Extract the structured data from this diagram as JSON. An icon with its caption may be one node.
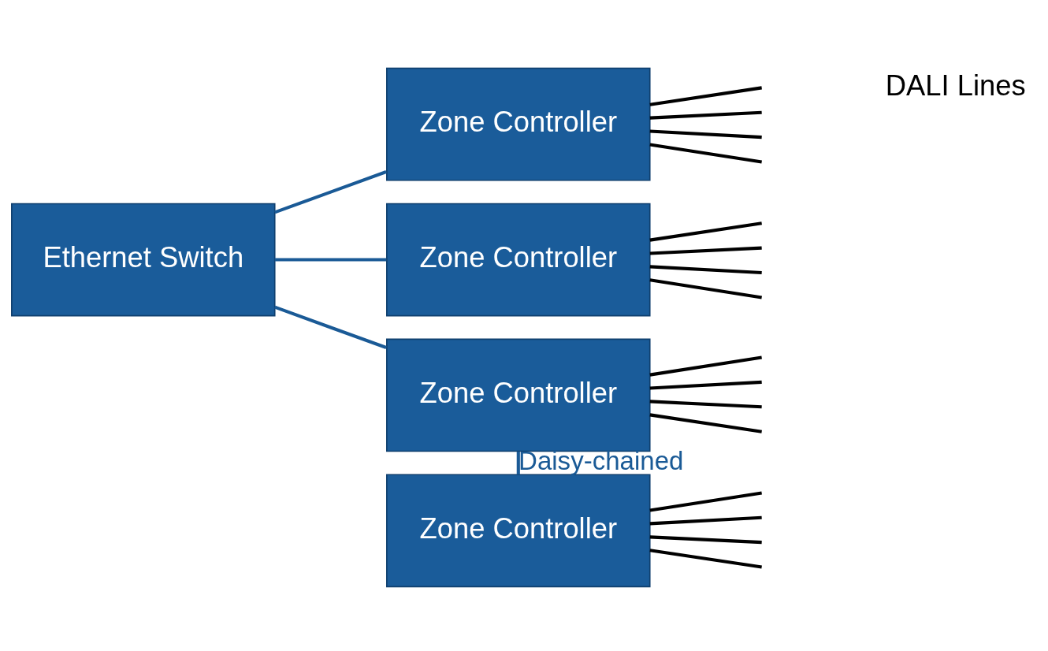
{
  "diagram": {
    "nodes": [
      {
        "text": [
          "Ethernet Switch"
        ]
      },
      {
        "text": [
          "Zone Controller"
        ]
      },
      {
        "text": [
          "Zone Controller"
        ]
      },
      {
        "text": [
          "Zone Controller"
        ]
      },
      {
        "text": [
          "Zone Controller"
        ]
      }
    ],
    "edges": [
      {
        "from": 0,
        "to": 1,
        "arrow": "none",
        "color": "#1a5a96"
      },
      {
        "from": 0,
        "to": 2,
        "arrow": "none",
        "color": "#1a5a96"
      },
      {
        "from": 0,
        "to": 3,
        "arrow": "none",
        "color": "#1a5a96"
      },
      {
        "from": 3,
        "to": 4,
        "arrow": "none",
        "color": "#1a5a96",
        "label": "Daisy-chained"
      },
      {
        "from": 1,
        "to": null,
        "arrow": "none"
      },
      {
        "from": 1,
        "to": null,
        "arrow": "none"
      },
      {
        "from": 1,
        "to": null,
        "arrow": "none"
      },
      {
        "from": 1,
        "to": null,
        "arrow": "none"
      },
      {
        "from": 2,
        "to": null,
        "arrow": "none"
      },
      {
        "from": 2,
        "to": null,
        "arrow": "none"
      },
      {
        "from": 2,
        "to": null,
        "arrow": "none"
      },
      {
        "from": 2,
        "to": null,
        "arrow": "none"
      },
      {
        "from": 3,
        "to": null,
        "arrow": "none"
      },
      {
        "from": 3,
        "to": null,
        "arrow": "none"
      },
      {
        "from": 3,
        "to": null,
        "arrow": "none"
      },
      {
        "from": 3,
        "to": null,
        "arrow": "none"
      },
      {
        "from": 4,
        "to": null,
        "arrow": "none"
      },
      {
        "from": 4,
        "to": null,
        "arrow": "none"
      },
      {
        "from": 4,
        "to": null,
        "arrow": "none"
      },
      {
        "from": 4,
        "to": null,
        "arrow": "none"
      }
    ],
    "labels": [
      "DALI Lines"
    ]
  }
}
